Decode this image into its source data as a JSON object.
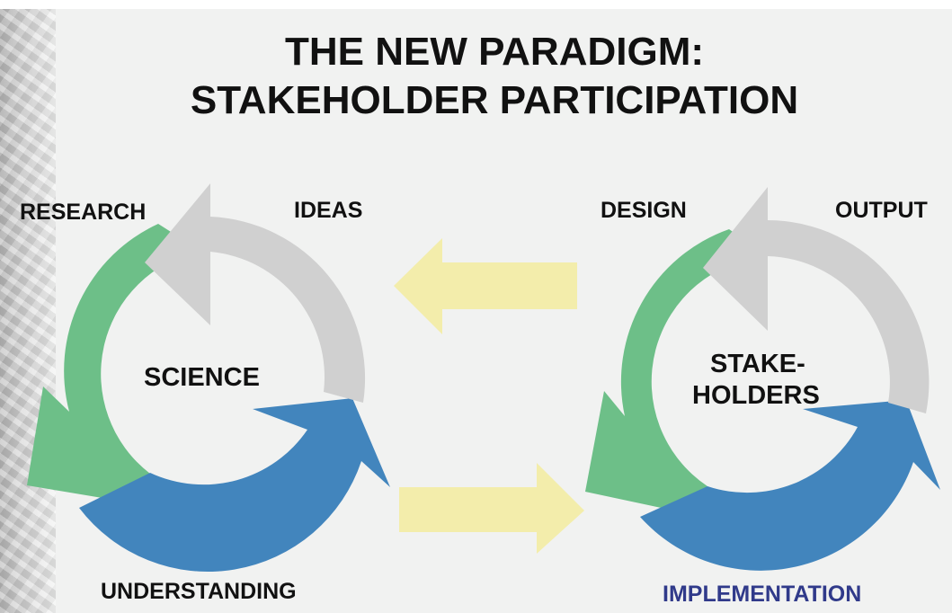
{
  "title": {
    "line1": "THE NEW PARADIGM:",
    "line2": "STAKEHOLDER PARTICIPATION"
  },
  "left_cycle": {
    "center_label": "SCIENCE",
    "labels": {
      "research": "RESEARCH",
      "ideas": "IDEAS",
      "understanding": "UNDERSTANDING"
    }
  },
  "right_cycle": {
    "center_label_line1": "STAKE-",
    "center_label_line2": "HOLDERS",
    "labels": {
      "design": "DESIGN",
      "output": "OUTPUT",
      "implementation": "IMPLEMENTATION"
    }
  },
  "colors": {
    "background": "#f1f2f1",
    "segment_green": "#6dbf88",
    "segment_gray": "#d0d0d0",
    "segment_blue": "#4285bd",
    "connector_arrow": "#f3edab",
    "implementation_text": "#303a8a",
    "text": "#111111"
  }
}
